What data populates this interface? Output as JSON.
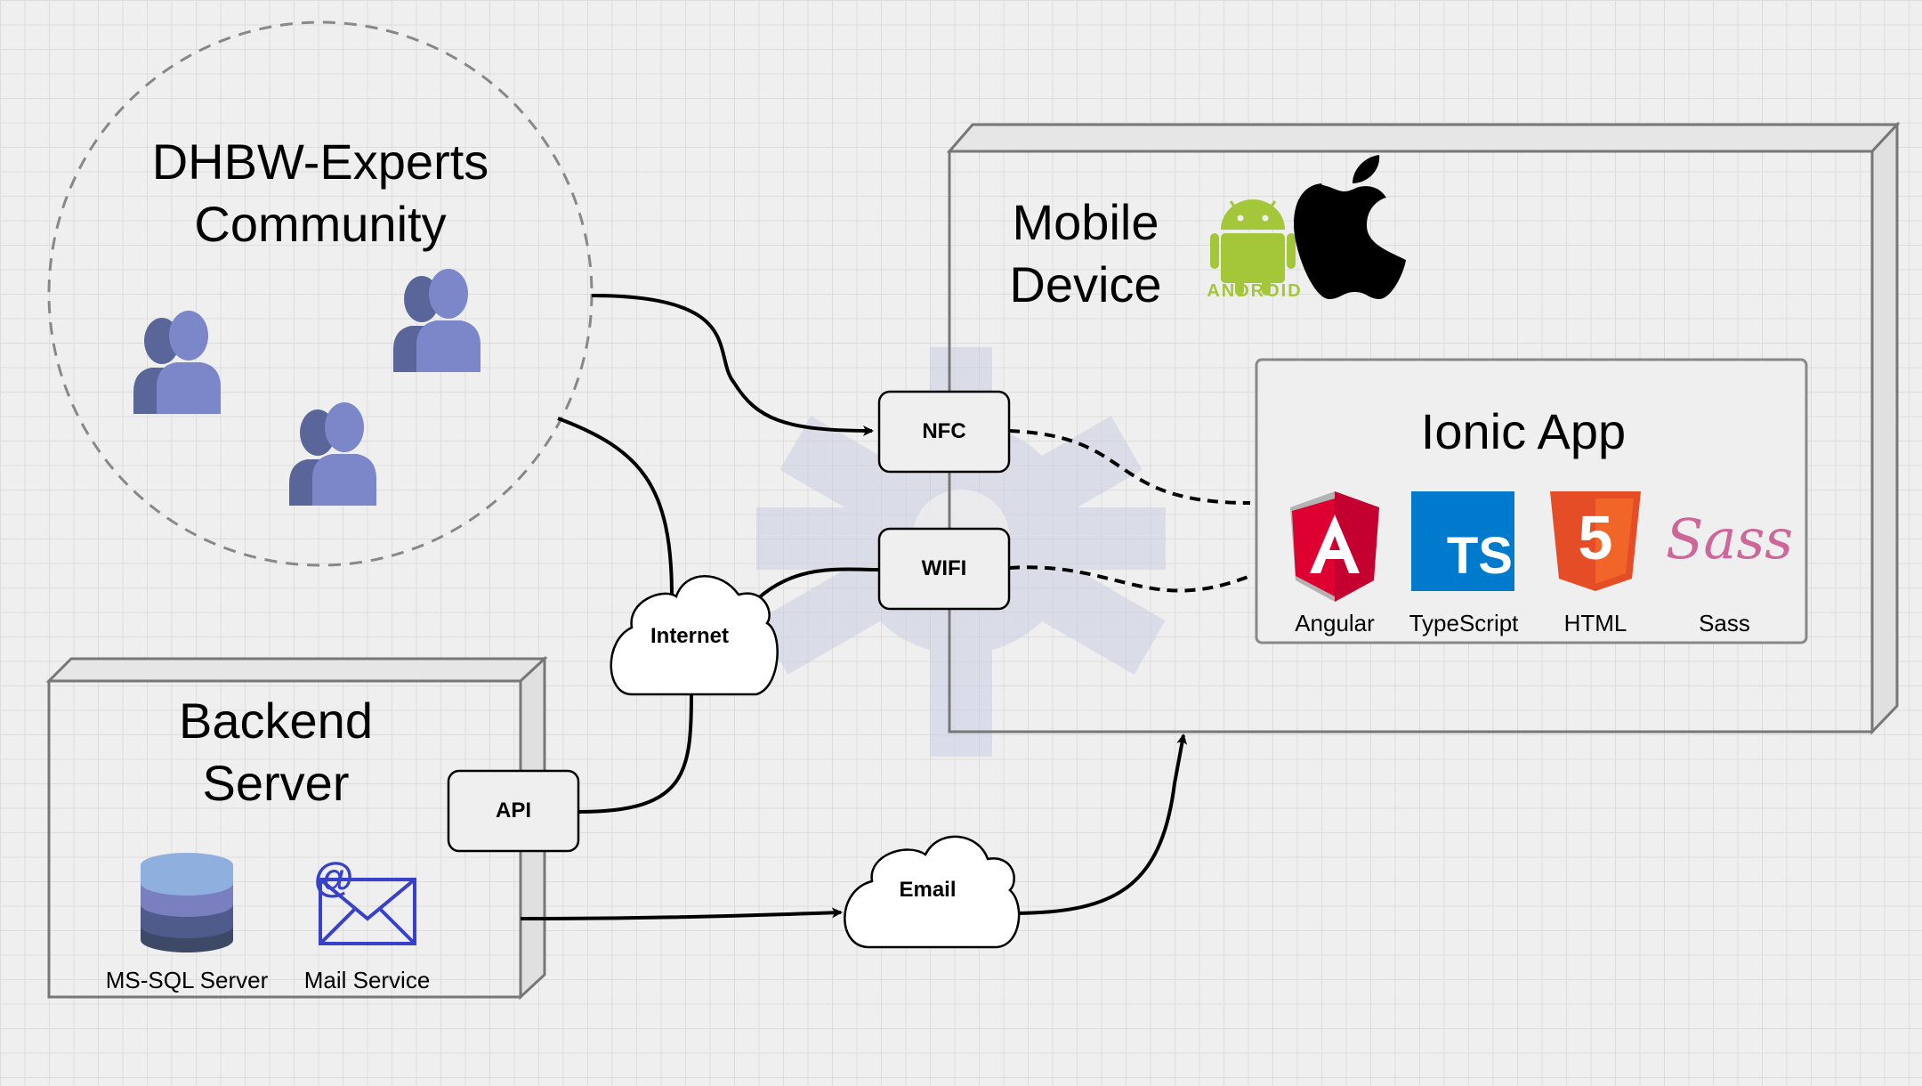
{
  "community": {
    "title_line1": "DHBW-Experts",
    "title_line2": "Community",
    "users_icon": "users-icon"
  },
  "mobile": {
    "title_line1": "Mobile",
    "title_line2": "Device",
    "android_icon": "android-icon",
    "android_wordmark": "ANDROID",
    "apple_icon": "apple-icon"
  },
  "ionic": {
    "title": "Ionic App",
    "tech": [
      {
        "name": "Angular",
        "icon": "angular-icon",
        "color": "#dd0031"
      },
      {
        "name": "TypeScript",
        "icon": "typescript-icon",
        "color": "#007acc"
      },
      {
        "name": "HTML",
        "icon": "html5-icon",
        "color": "#e44d26"
      },
      {
        "name": "Sass",
        "icon": "sass-icon",
        "color": "#cd6799"
      }
    ],
    "ts_badge": "TS",
    "html_badge": "5",
    "sass_wordmark": "Sass"
  },
  "connectors": {
    "nfc": "NFC",
    "wifi": "WIFI",
    "api": "API"
  },
  "clouds": {
    "internet": "Internet",
    "email": "Email"
  },
  "backend": {
    "title_line1": "Backend",
    "title_line2": "Server",
    "database_label": "MS-SQL Server",
    "database_icon": "database-icon",
    "mail_label": "Mail Service",
    "mail_icon": "mail-icon"
  },
  "colors": {
    "user_front": "#7b87c9",
    "user_back": "#5a6699",
    "db_top": "#8fb0de",
    "db_mid": "#7a7fbf",
    "db_low": "#4f5b8a",
    "db_bottom": "#3d4966",
    "mail_blue": "#3742c9",
    "watermark": "#c9cde4",
    "android_green": "#a4c639"
  }
}
